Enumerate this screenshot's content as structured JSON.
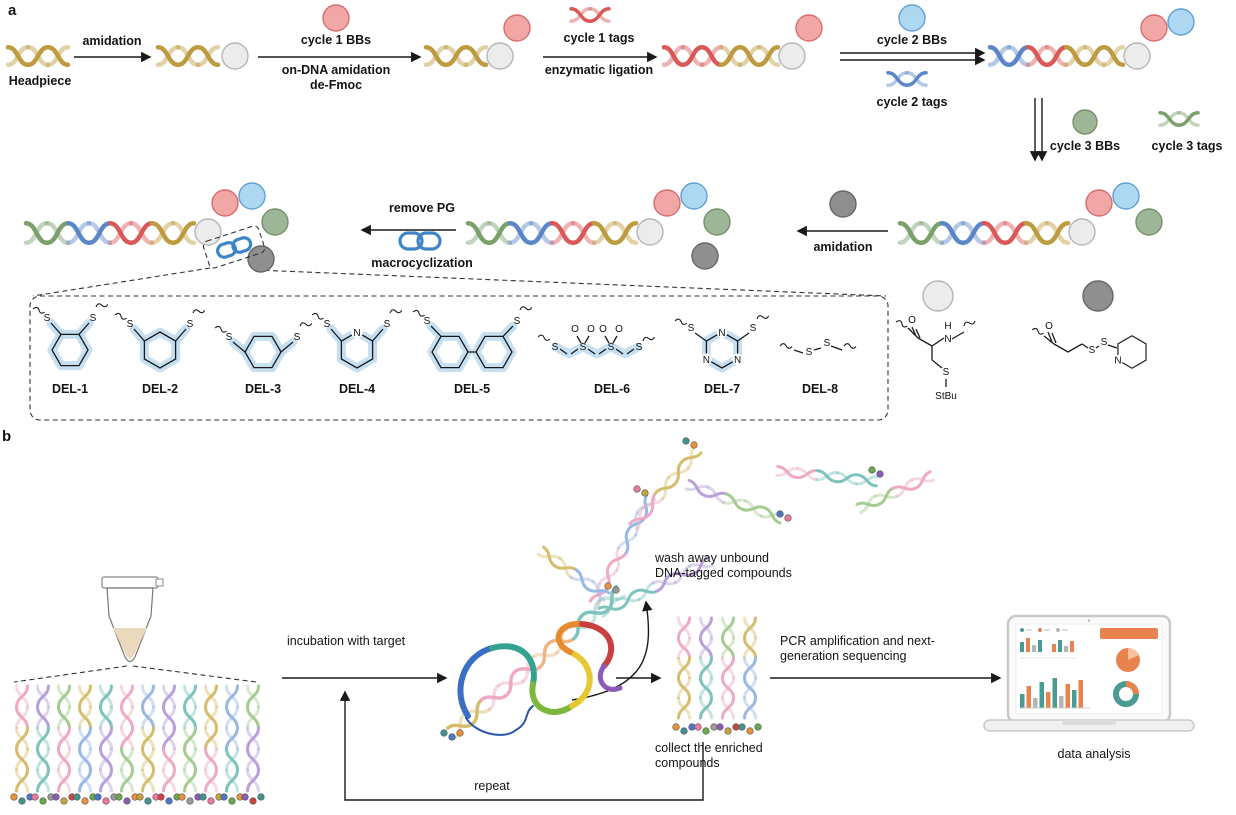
{
  "colors": {
    "bb_gray": "#ececec",
    "bb_gray_s": "#b5b5b5",
    "bb_red": "#f2a7a7",
    "bb_red_s": "#d96b6b",
    "bb_blue": "#aed7f2",
    "bb_blue_s": "#5f9fd4",
    "bb_green": "#9db695",
    "bb_green_s": "#74906c",
    "bb_dark": "#8f8f8f",
    "bb_dark_s": "#666666",
    "gold": "#bd9b3f",
    "red": "#d95858",
    "blue": "#5b86c8",
    "green": "#7ba06b",
    "p_pink": "#eeaac4",
    "p_gold": "#d6bd6e",
    "p_purple": "#b9a0dc",
    "p_teal": "#7cc4bd",
    "p_green": "#a5cc92",
    "p_blue": "#9ab8e4",
    "p_orange": "#eeb585",
    "d_orange": "#e8923a",
    "d_teal": "#3f958e",
    "d_blue": "#4a78c8",
    "d_pink": "#e87aa0",
    "d_green": "#6aa84f",
    "d_purple": "#8a5cb8",
    "d_gray": "#9a9a9a",
    "d_gold": "#c8a23a",
    "d_red": "#cc4444",
    "link_blue": "#3d85c8",
    "glow": "#bcd9ee",
    "accent_orange": "#e8834e",
    "accent_teal": "#4a9b94"
  },
  "atoms": {
    "s": "S",
    "o": "O",
    "n": "N",
    "h": "H"
  },
  "panel_a": {
    "label": "a",
    "headpiece": "Headpiece",
    "amidation1": "amidation",
    "cycle1_bbs": "cycle 1 BBs",
    "on_dna": "on-DNA amidation",
    "de_fmoc": "de-Fmoc",
    "cycle1_tags": "cycle 1 tags",
    "enzymatic": "enzymatic ligation",
    "cycle2_bbs": "cycle 2 BBs",
    "cycle2_tags": "cycle 2 tags",
    "cycle3_bbs": "cycle 3 BBs",
    "cycle3_tags": "cycle 3 tags",
    "amidation2": "amidation",
    "remove_pg": "remove PG",
    "macrocyclization": "macrocyclization",
    "stbu": "StBu",
    "del_labels": [
      "DEL-1",
      "DEL-2",
      "DEL-3",
      "DEL-4",
      "DEL-5",
      "DEL-6",
      "DEL-7",
      "DEL-8"
    ]
  },
  "panel_b": {
    "label": "b",
    "incubation": "incubation with target",
    "wash1": "wash away unbound",
    "wash2": "DNA-tagged compounds",
    "collect1": "collect the enriched",
    "collect2": "compounds",
    "pcr1": "PCR amplification and next-",
    "pcr2": "generation sequencing",
    "analysis": "data analysis",
    "repeat": "repeat"
  }
}
